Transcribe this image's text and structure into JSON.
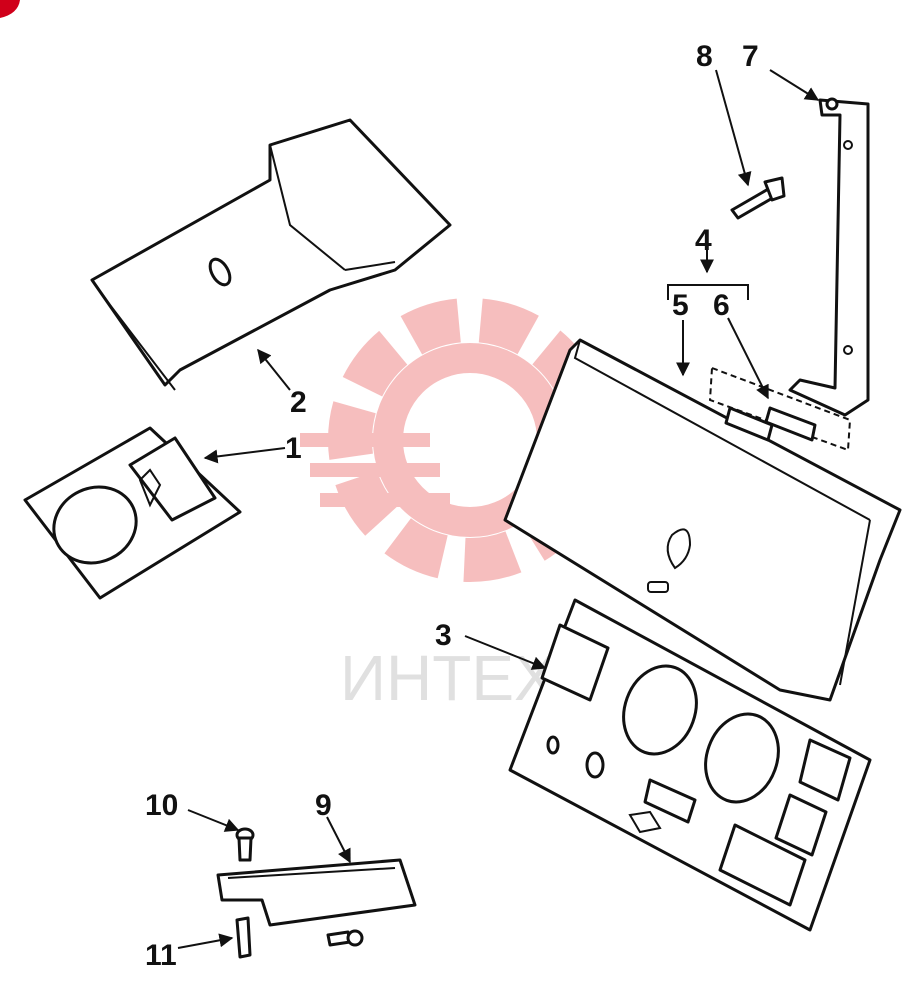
{
  "watermark": {
    "text": "ИНТЕХ",
    "color": "#f08a8a"
  },
  "corner_mark_color": "#d0001a",
  "callouts": [
    {
      "id": "c1",
      "text": "1"
    },
    {
      "id": "c2",
      "text": "2"
    },
    {
      "id": "c3",
      "text": "3"
    },
    {
      "id": "c4",
      "text": "4"
    },
    {
      "id": "c5",
      "text": "5"
    },
    {
      "id": "c6",
      "text": "6"
    },
    {
      "id": "c7",
      "text": "7"
    },
    {
      "id": "c8",
      "text": "8"
    },
    {
      "id": "c9",
      "text": "9"
    },
    {
      "id": "c10",
      "text": "10"
    },
    {
      "id": "c11",
      "text": "11"
    }
  ]
}
